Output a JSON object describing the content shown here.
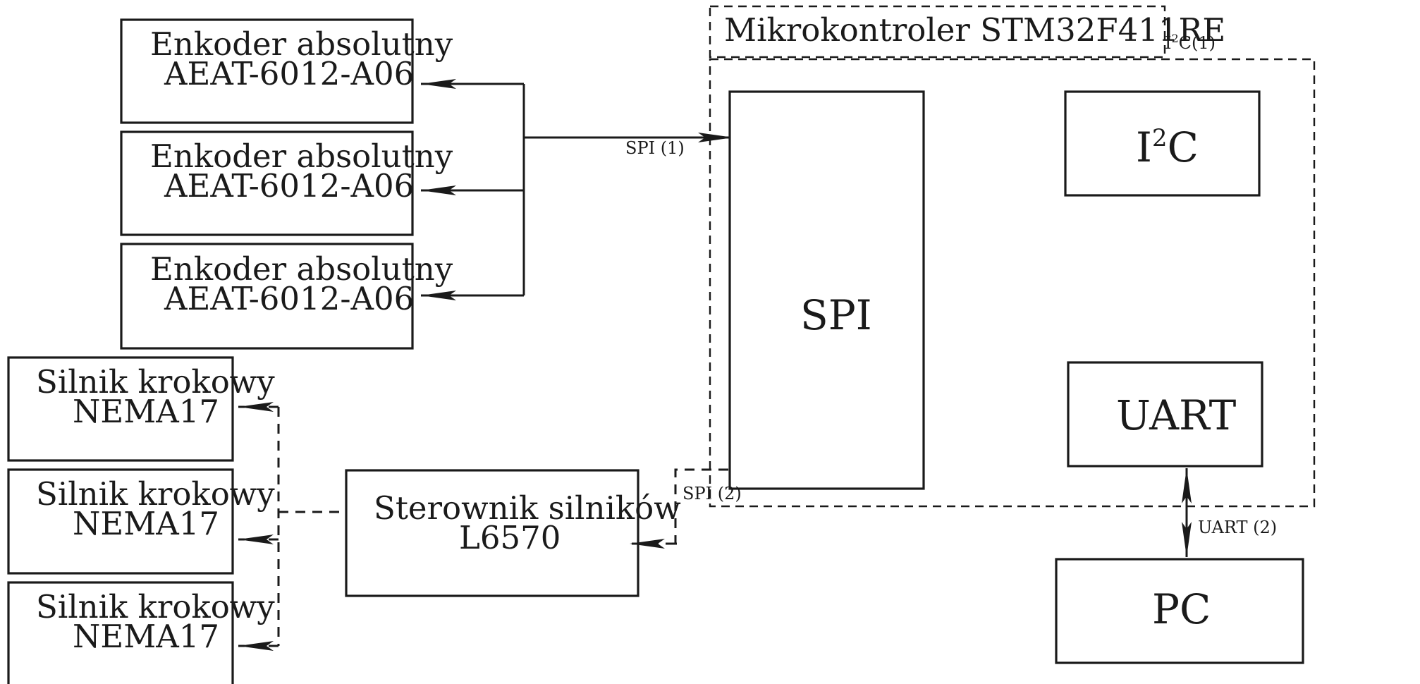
{
  "title": "Mikrokontroler STM32F411RE",
  "encoders": [
    {
      "line1": "Enkoder absolutny",
      "line2": "AEAT-6012-A06"
    },
    {
      "line1": "Enkoder absolutny",
      "line2": "AEAT-6012-A06"
    },
    {
      "line1": "Enkoder absolutny",
      "line2": "AEAT-6012-A06"
    }
  ],
  "motors": [
    {
      "line1": "Silnik krokowy",
      "line2": "NEMA17"
    },
    {
      "line1": "Silnik krokowy",
      "line2": "NEMA17"
    },
    {
      "line1": "Silnik krokowy",
      "line2": "NEMA17"
    }
  ],
  "driver": {
    "line1": "Sterownik silników",
    "line2": "L6570"
  },
  "blocks": {
    "spi": "SPI",
    "i2c_base": "I",
    "i2c_sup": "2",
    "i2c_end": "C",
    "uart": "UART",
    "pc": "PC"
  },
  "connections": {
    "spi1": "SPI (1)",
    "spi2": "SPI (2)",
    "uart2": "UART (2)",
    "i2c1_base": "I",
    "i2c1_sup": "2",
    "i2c1_end": "C(1)"
  }
}
